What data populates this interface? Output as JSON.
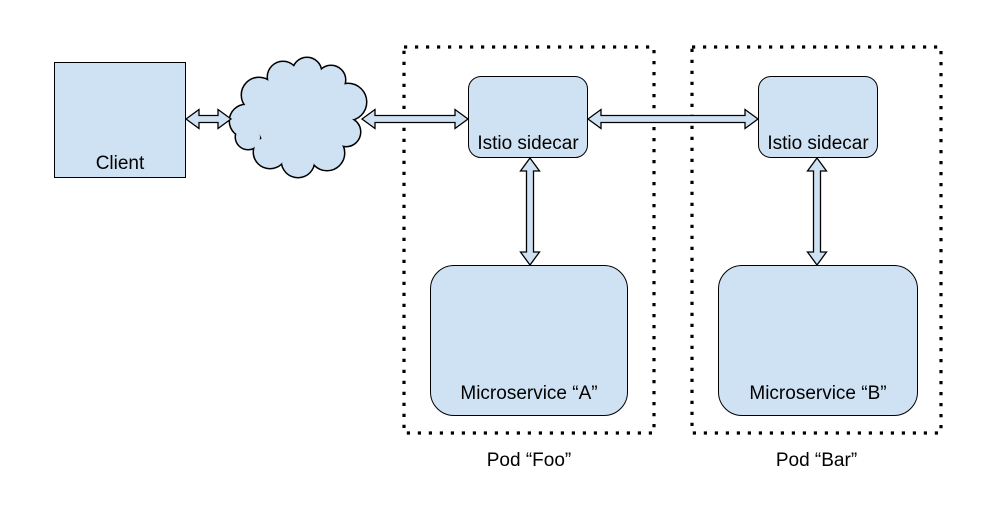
{
  "diagram": {
    "nodes": {
      "client": {
        "label": "Client"
      },
      "istio_sidecar_a": {
        "label": "Istio sidecar"
      },
      "istio_sidecar_b": {
        "label": "Istio sidecar"
      },
      "microservice_a": {
        "label": "Microservice “A”"
      },
      "microservice_b": {
        "label": "Microservice “B”"
      }
    },
    "pods": {
      "foo": {
        "label": "Pod “Foo”"
      },
      "bar": {
        "label": "Pod “Bar”"
      }
    },
    "icons": {
      "cloud": "network-cloud"
    },
    "connections": [
      {
        "from": "Client",
        "to": "network cloud",
        "style": "double-headed-arrow"
      },
      {
        "from": "network cloud",
        "to": "Istio sidecar in Pod “Foo”",
        "style": "double-headed-arrow"
      },
      {
        "from": "Istio sidecar in Pod “Foo”",
        "to": "Istio sidecar in Pod “Bar”",
        "style": "double-headed-arrow"
      },
      {
        "from": "Istio sidecar in Pod “Foo”",
        "to": "Microservice “A”",
        "style": "double-headed-arrow"
      },
      {
        "from": "Istio sidecar in Pod “Bar”",
        "to": "Microservice “B”",
        "style": "double-headed-arrow"
      }
    ],
    "colors": {
      "shape_fill": "#cfe2f3",
      "shape_border": "#000000",
      "pod_border": "#000000",
      "text": "#000000",
      "background": "#ffffff"
    }
  }
}
